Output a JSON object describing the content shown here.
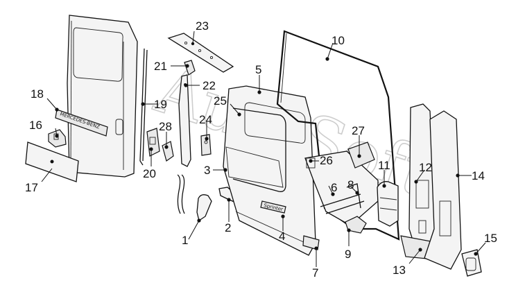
{
  "diagram": {
    "watermark": "AutoSoft",
    "badge_text": "MERCEDES-BENZ",
    "model_text": "Sprinter",
    "callouts": [
      "1",
      "2",
      "3",
      "4",
      "5",
      "6",
      "7",
      "8",
      "9",
      "10",
      "11",
      "12",
      "13",
      "14",
      "15",
      "16",
      "17",
      "18",
      "19",
      "20",
      "21",
      "22",
      "23",
      "24",
      "25",
      "26",
      "27",
      "28"
    ]
  }
}
